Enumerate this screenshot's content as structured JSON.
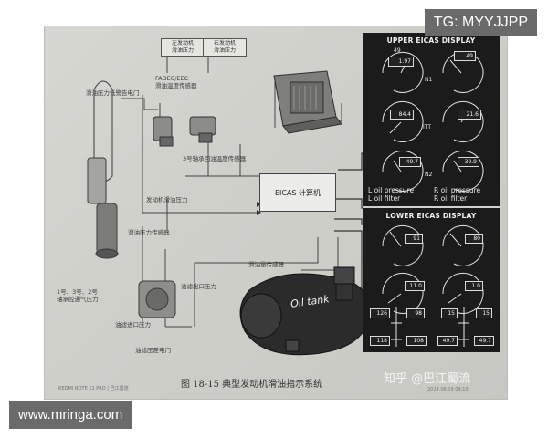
{
  "watermarks": {
    "tg": "TG: MYYJJPP",
    "url": "www.mringa.com",
    "zhihu": "知乎 @巴江蜀流",
    "device": "REDMI NOTE 11 PRO | 巴江蜀流",
    "timestamp": "2024.08.09 09:10"
  },
  "figure": {
    "caption": "图 18-15 典型发动机滑油指示系统"
  },
  "labels": {
    "left_engine_pressure": "左发动机\n滑油压力",
    "right_engine_pressure": "右发动机\n滑油压力",
    "temp_sensor": "FADEC/EEC\n滑油温度传感器",
    "low_pressure_light": "滑油压力低警告电门",
    "bearing_sensor": "3号轴承回油温度传感器",
    "engine_oil_pressure": "发动机滑油压力",
    "pressure_transmitter": "滑油压力传感器",
    "eicas_computer": "EICAS 计算机",
    "oil_qty_sensor": "滑油量传感器",
    "filter_outlet": "油滤出口压力",
    "filter_inlet": "油滤进口压力",
    "filter_bypass_switch": "油滤压差电门",
    "bearing_vent": "1号、3号、2号\n轴承腔通气压力",
    "oil_tank": "Oil tank"
  },
  "upper_display": {
    "title": "UPPER EICAS DISPLAY",
    "row1": [
      "1.97",
      "49"
    ],
    "row1_top": "49",
    "n1": "N1",
    "row2": [
      "84.4",
      "21.6"
    ],
    "itt": "ITT",
    "row3": [
      "49.7",
      "39.9"
    ],
    "n2": "N2",
    "left_legend_1": "L oil pressure",
    "left_legend_2": "L oil filter",
    "right_legend_1": "R oil pressure",
    "right_legend_2": "R oil filter"
  },
  "lower_display": {
    "title": "LOWER EICAS DISPLAY",
    "gauges": [
      "91",
      "80",
      "11.0",
      "1.0"
    ],
    "boxes_row1": [
      "126",
      "98",
      "15",
      "15"
    ],
    "boxes_row2": [
      "118",
      "108",
      "49.7",
      "49.7"
    ]
  },
  "colors": {
    "photo_bg": "#cfcfca",
    "panel_bg": "#1b1b1b",
    "watermark_bg": "#6a6a6a"
  }
}
